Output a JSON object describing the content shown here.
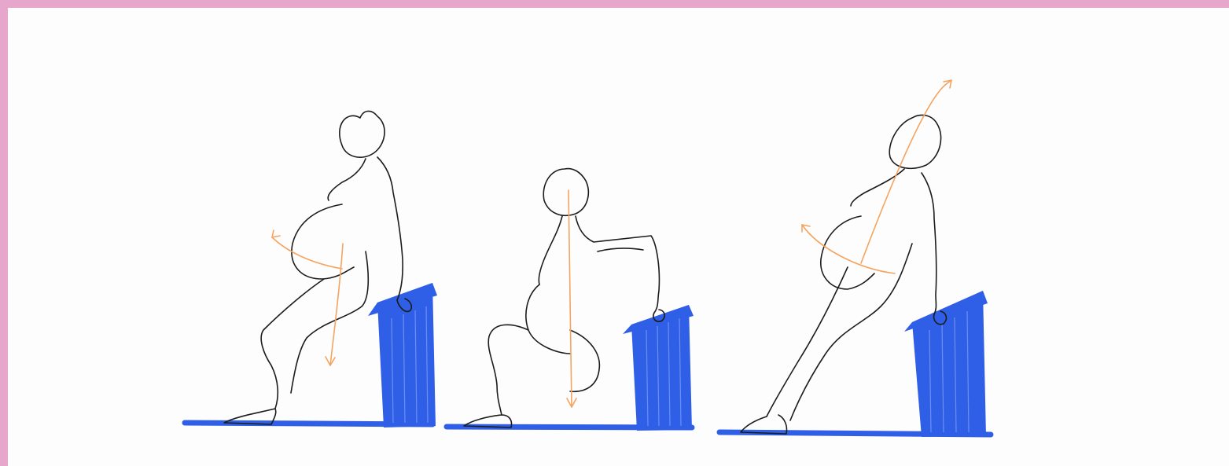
{
  "colors": {
    "page_border": "#e7a7cc",
    "canvas": "#fdfdfd",
    "figure_outline": "#1c1c1c",
    "movement_arrows": "#f4a460",
    "floor_and_block": "#2f5fe6"
  },
  "illustration": {
    "figures": [
      {
        "pose": "standing-lunge",
        "arrows": [
          "curved-rotation",
          "vertical-down"
        ]
      },
      {
        "pose": "kneeling-lunge",
        "arrows": [
          "vertical-down"
        ]
      },
      {
        "pose": "leaning-stretch",
        "arrows": [
          "curved-rotation",
          "diagonal-up"
        ]
      }
    ]
  }
}
